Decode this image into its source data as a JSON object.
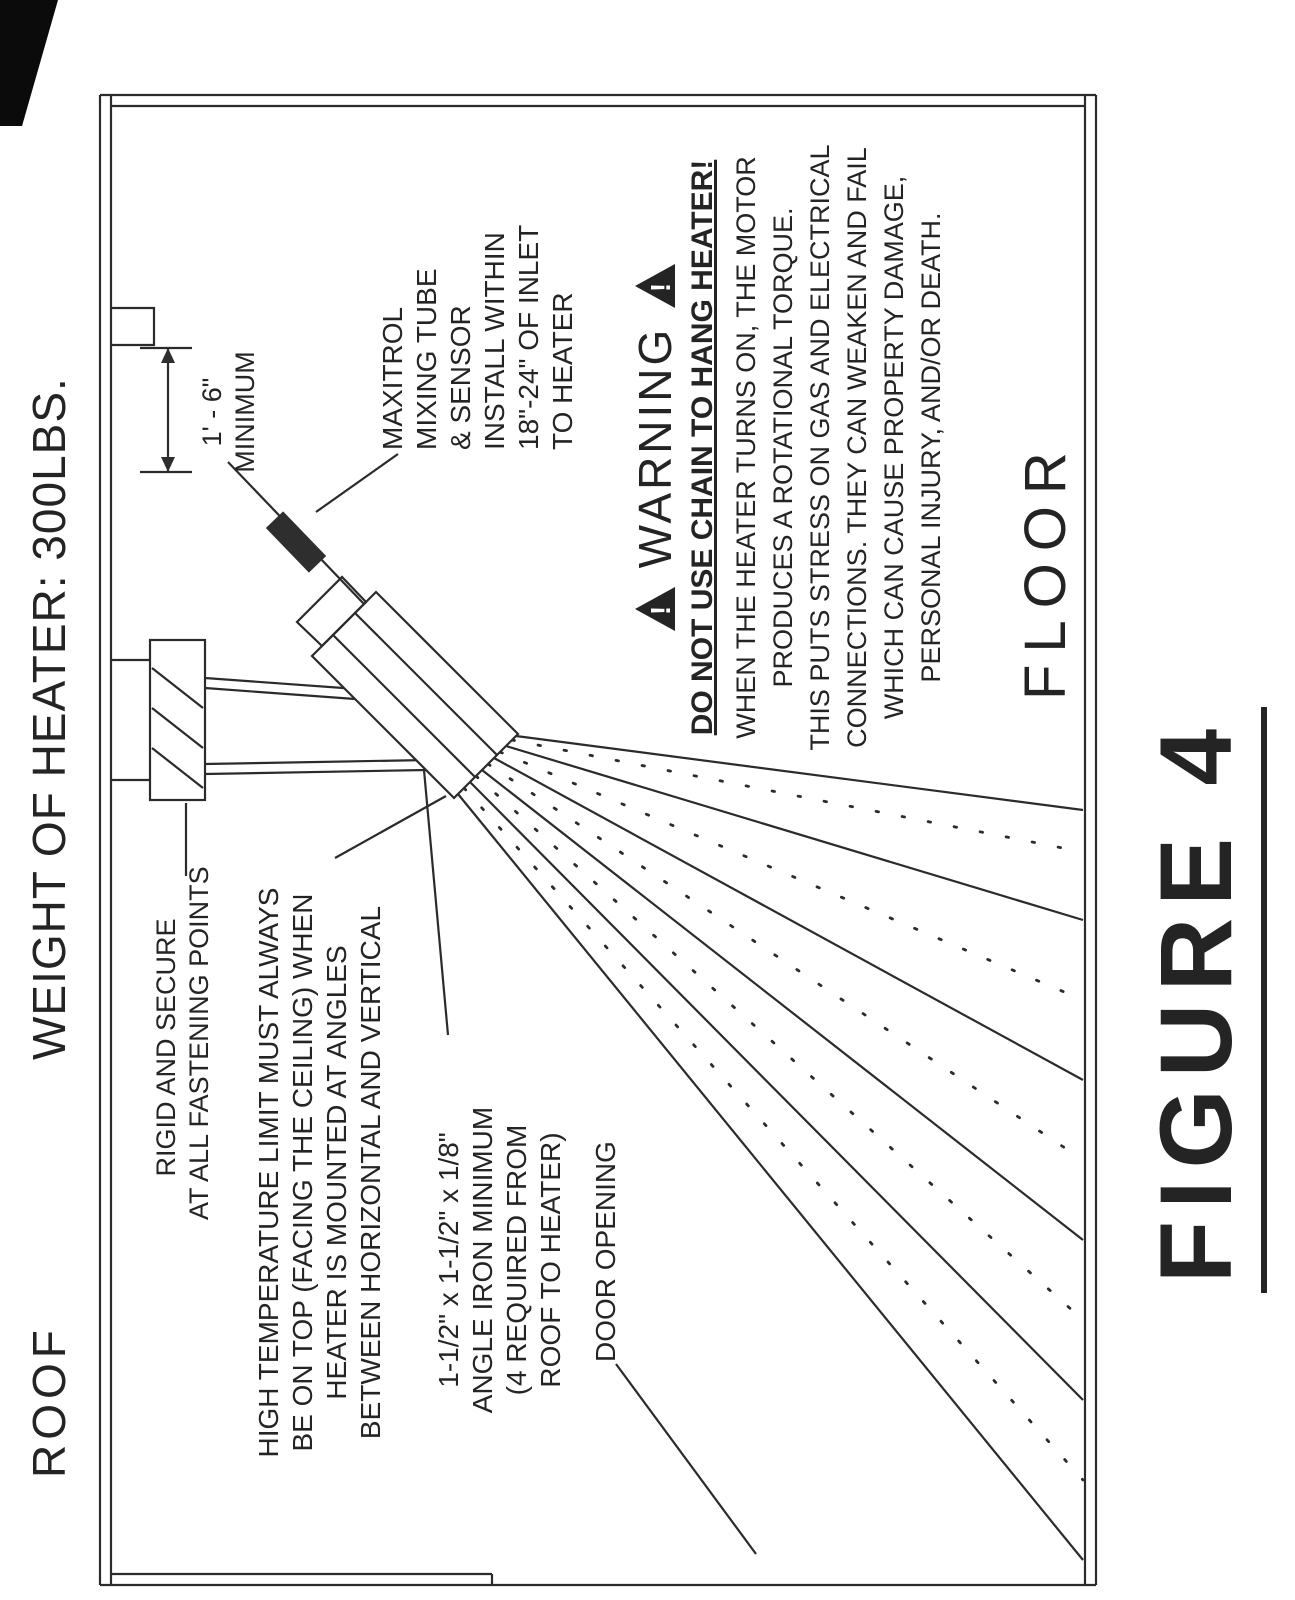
{
  "figure": {
    "caption": "FIGURE 4",
    "roof_label": "ROOF",
    "weight_label": "WEIGHT OF HEATER: 300LBS.",
    "floor_label": "FLOOR",
    "dimension": {
      "value": "1' - 6\"",
      "qualifier": "MINIMUM"
    },
    "annotations": {
      "rigid": [
        "RIGID AND SECURE",
        "AT ALL FASTENING POINTS"
      ],
      "high_temp": [
        "HIGH TEMPERATURE LIMIT MUST ALWAYS",
        "BE ON TOP (FACING THE CEILING) WHEN",
        "HEATER IS MOUNTED AT ANGLES",
        "BETWEEN HORIZONTAL AND VERTICAL"
      ],
      "angle_iron": [
        "1-1/2\" x 1-1/2\" x 1/8\"",
        "ANGLE IRON MINIMUM",
        "(4 REQUIRED FROM",
        "ROOF TO HEATER)"
      ],
      "door_opening": "DOOR OPENING",
      "maxitrol": [
        "MAXITROL",
        "MIXING TUBE",
        "& SENSOR",
        "INSTALL WITHIN",
        "18\"-24\" OF INLET",
        "TO HEATER"
      ]
    },
    "warning": {
      "heading": "WARNING",
      "icon_glyph": "!",
      "subheading": "DO NOT USE CHAIN TO HANG HEATER!",
      "body": [
        "WHEN THE HEATER TURNS ON, THE MOTOR",
        "PRODUCES A ROTATIONAL TORQUE.",
        "THIS PUTS STRESS ON GAS AND ELECTRICAL",
        "CONNECTIONS. THEY CAN WEAKEN AND FAIL",
        "WHICH CAN CAUSE PROPERTY DAMAGE,",
        "PERSONAL INJURY, AND/OR DEATH."
      ]
    },
    "colors": {
      "ink": "#242424",
      "paper": "#ffffff"
    }
  }
}
